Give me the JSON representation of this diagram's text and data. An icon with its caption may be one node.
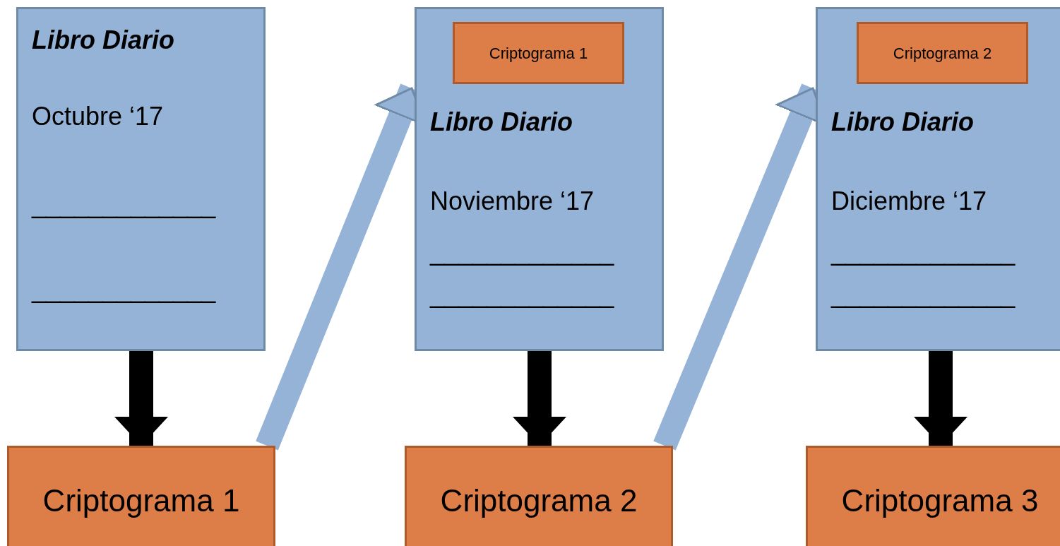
{
  "diagram": {
    "nodes": [
      {
        "text": [
          "Libro Diario",
          "Octubre ‘17",
          "_____________",
          "_____________"
        ]
      },
      {
        "text": [
          "Criptograma 1"
        ]
      },
      {
        "text": [
          "Libro Diario",
          "Noviembre ‘17",
          "_____________",
          "_____________"
        ]
      },
      {
        "text": [
          "Criptograma 1"
        ],
        "in": 2
      },
      {
        "text": [
          "Criptograma 2"
        ]
      },
      {
        "text": [
          "Libro Diario",
          "Diciembre ‘17",
          "_____________",
          "_____________"
        ]
      },
      {
        "text": [
          "Criptograma 2"
        ],
        "in": 5
      },
      {
        "text": [
          "Criptograma 3"
        ]
      }
    ],
    "edges": [
      {
        "from": 0,
        "to": 1,
        "arrow": "to"
      },
      {
        "from": 1,
        "to": 2,
        "arrow": "to",
        "color": "#95b3d7"
      },
      {
        "from": 2,
        "to": 4,
        "arrow": "to"
      },
      {
        "from": 4,
        "to": 5,
        "arrow": "to",
        "color": "#95b3d7"
      },
      {
        "from": 5,
        "to": 7,
        "arrow": "to"
      }
    ]
  }
}
